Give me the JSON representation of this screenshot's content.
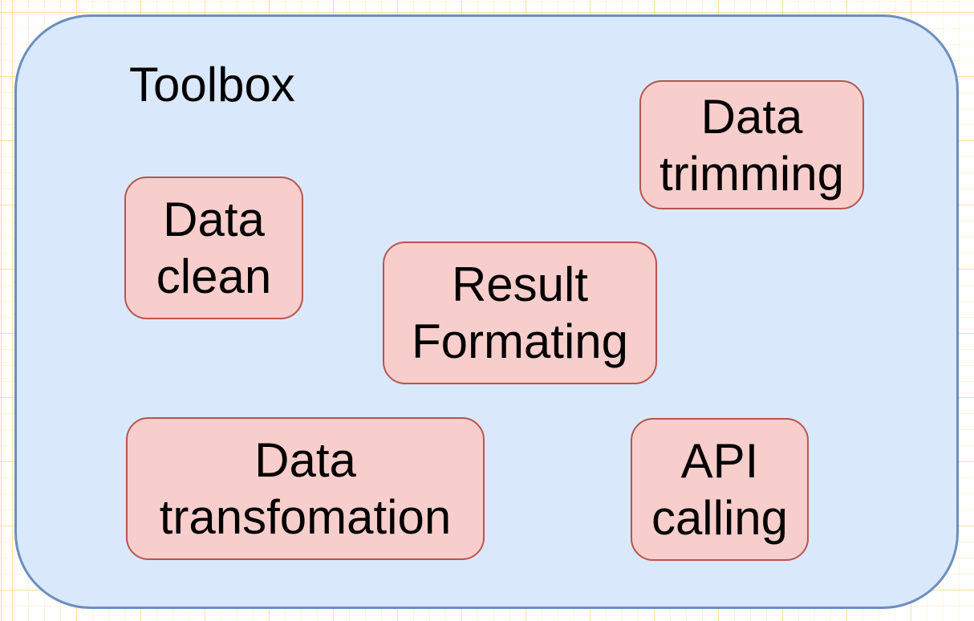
{
  "diagram": {
    "canvas": {
      "background_color": "#ffffff",
      "grid_minor_line_color": "#fce8b4",
      "grid_major_line_color": "#f7cd73"
    },
    "container": {
      "label": "Toolbox",
      "fill_color": "#dae8fc",
      "border_color": "#6c8ebf"
    },
    "node_style": {
      "fill_color": "#f8cecc",
      "border_color": "#b85450",
      "text_color": "#000000"
    },
    "nodes": [
      {
        "id": "data-trimming",
        "label": "Data trimming",
        "lines": [
          "Data",
          "trimming"
        ]
      },
      {
        "id": "data-clean",
        "label": "Data clean",
        "lines": [
          "Data",
          "clean"
        ]
      },
      {
        "id": "result-formating",
        "label": "Result Formating",
        "lines": [
          "Result",
          "Formating"
        ]
      },
      {
        "id": "data-transfomation",
        "label": "Data transfomation",
        "lines": [
          "Data",
          "transfomation"
        ]
      },
      {
        "id": "api-calling",
        "label": "API calling",
        "lines": [
          "API",
          "calling"
        ]
      }
    ]
  }
}
